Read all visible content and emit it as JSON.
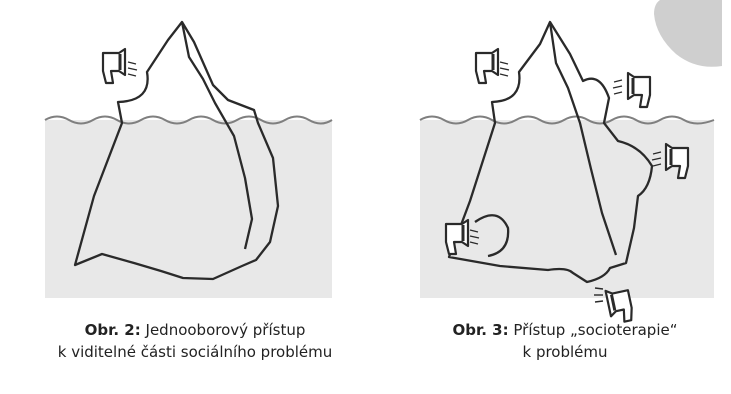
{
  "figure_left": {
    "label": "Obr. 2:",
    "caption_line1": "Jednooborový přístup",
    "caption_line2": "k viditelné části sociálního problému"
  },
  "figure_right": {
    "label": "Obr. 3:",
    "caption_line1": "Přístup „socioterapie“",
    "caption_line2": "k problému"
  },
  "colors": {
    "water": "#e8e8e8",
    "wave_line": "#7f7f7f",
    "outline": "#2a2a2a",
    "sun": "#cfcfcf"
  },
  "icons": {
    "left": [
      "spotlight-icon"
    ],
    "right": [
      "sun-icon",
      "spotlight-icon",
      "spotlight-icon",
      "spotlight-icon",
      "spotlight-icon",
      "spotlight-icon"
    ]
  }
}
